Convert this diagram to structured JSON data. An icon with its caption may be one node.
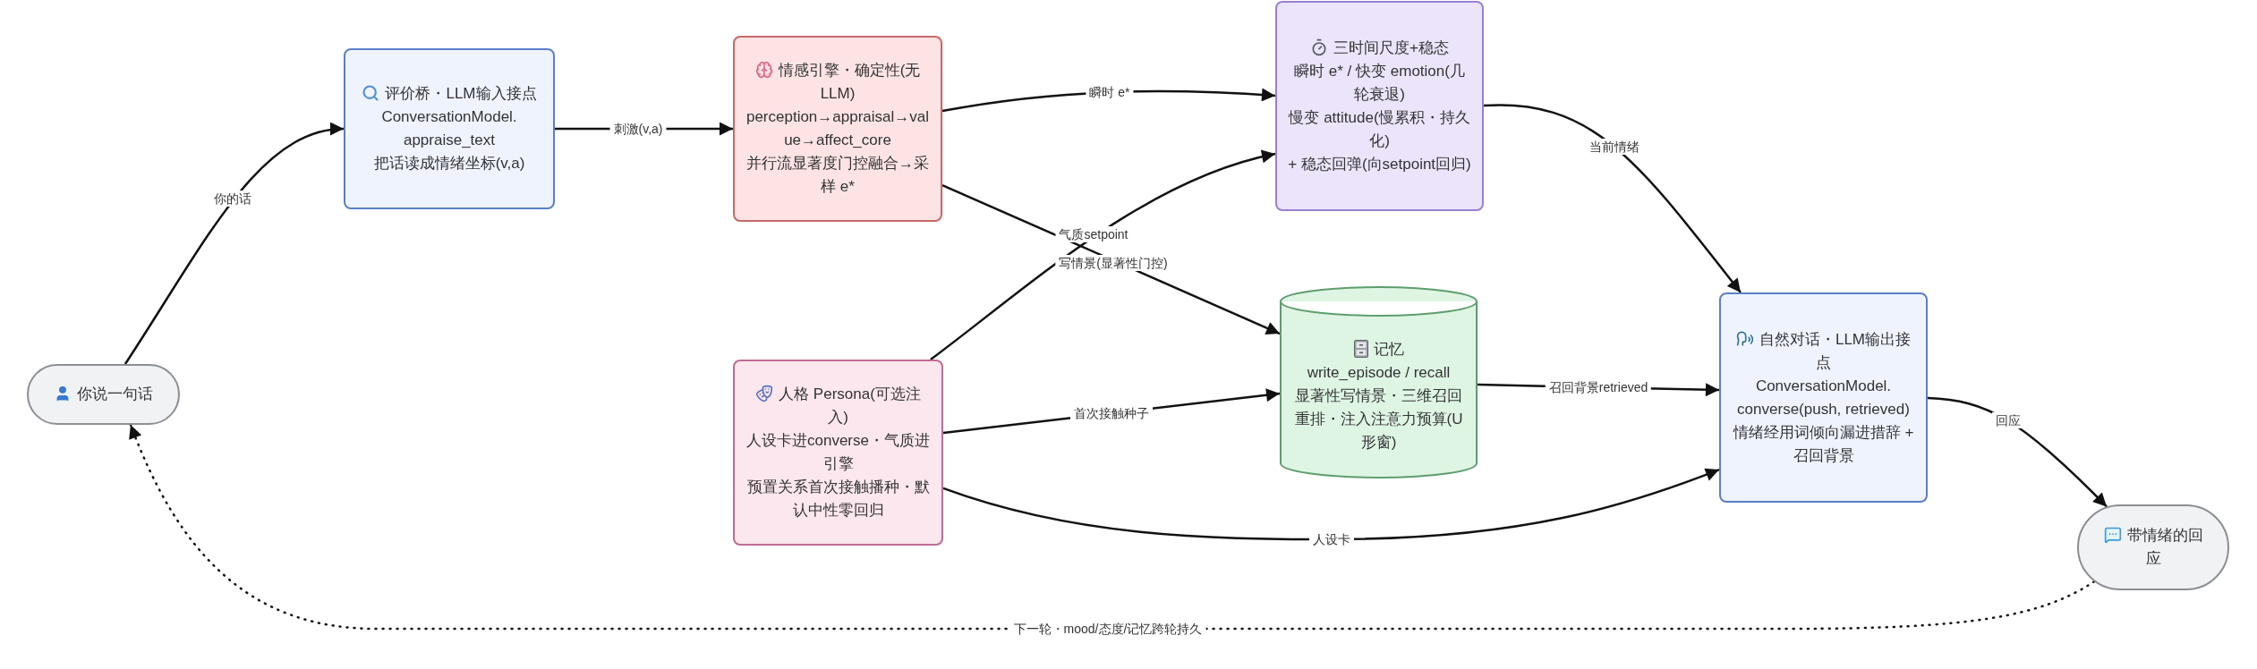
{
  "diagram": {
    "nodes": [
      {
        "text": [
          "你说一句话"
        ]
      },
      {
        "text": [
          "评价桥・LLM输入接点",
          "ConversationModel.",
          "appraise_text",
          "把话读成情绪坐标(v,a)"
        ]
      },
      {
        "text": [
          "情感引擎・确定性(无LLM)",
          "perception→appraisal→value→affect_core",
          "并行流显著度门控融合→采样 e*"
        ]
      },
      {
        "text": [
          "三时间尺度+稳态",
          "瞬时 e* / 快变 emotion(几轮衰退)",
          "慢变 attitude(慢累积・持久化)",
          "+ 稳态回弹(向setpoint回归)"
        ]
      },
      {
        "text": [
          "记忆",
          "write_episode / recall",
          "显著性写情景・三维召回重排・注入注意力预算(U形窗)"
        ]
      },
      {
        "text": [
          "人格 Persona(可选注入)",
          "人设卡进converse・气质进引擎",
          "预置关系首次接触播种・默认中性零回归"
        ]
      },
      {
        "text": [
          "自然对话・LLM输出接点",
          "ConversationModel.",
          "converse(push, retrieved)",
          "情绪经用词倾向漏进措辞 + 召回背景"
        ]
      },
      {
        "text": [
          "带情绪的回应"
        ]
      }
    ],
    "edges": [
      {
        "from": 0,
        "to": 1,
        "arrow": "to",
        "label": "你的话"
      },
      {
        "from": 1,
        "to": 2,
        "arrow": "to",
        "label": "刺激(v,a)"
      },
      {
        "from": 2,
        "to": 3,
        "arrow": "to",
        "label": "瞬时 e*"
      },
      {
        "from": 2,
        "to": 4,
        "arrow": "to",
        "label": "写情景(显著性门控)"
      },
      {
        "from": 5,
        "to": 3,
        "arrow": "to",
        "label": "气质setpoint"
      },
      {
        "from": 5,
        "to": 4,
        "arrow": "to",
        "label": "首次接触种子"
      },
      {
        "from": 5,
        "to": 6,
        "arrow": "to",
        "label": "人设卡"
      },
      {
        "from": 3,
        "to": 6,
        "arrow": "to",
        "label": "当前情绪"
      },
      {
        "from": 4,
        "to": 6,
        "arrow": "to",
        "label": "召回背景retrieved"
      },
      {
        "from": 6,
        "to": 7,
        "arrow": "to",
        "label": "回应"
      },
      {
        "from": 7,
        "to": 0,
        "arrow": "to",
        "label": "下一轮・mood/态度/记忆跨轮持久",
        "style": "dashed"
      }
    ]
  }
}
